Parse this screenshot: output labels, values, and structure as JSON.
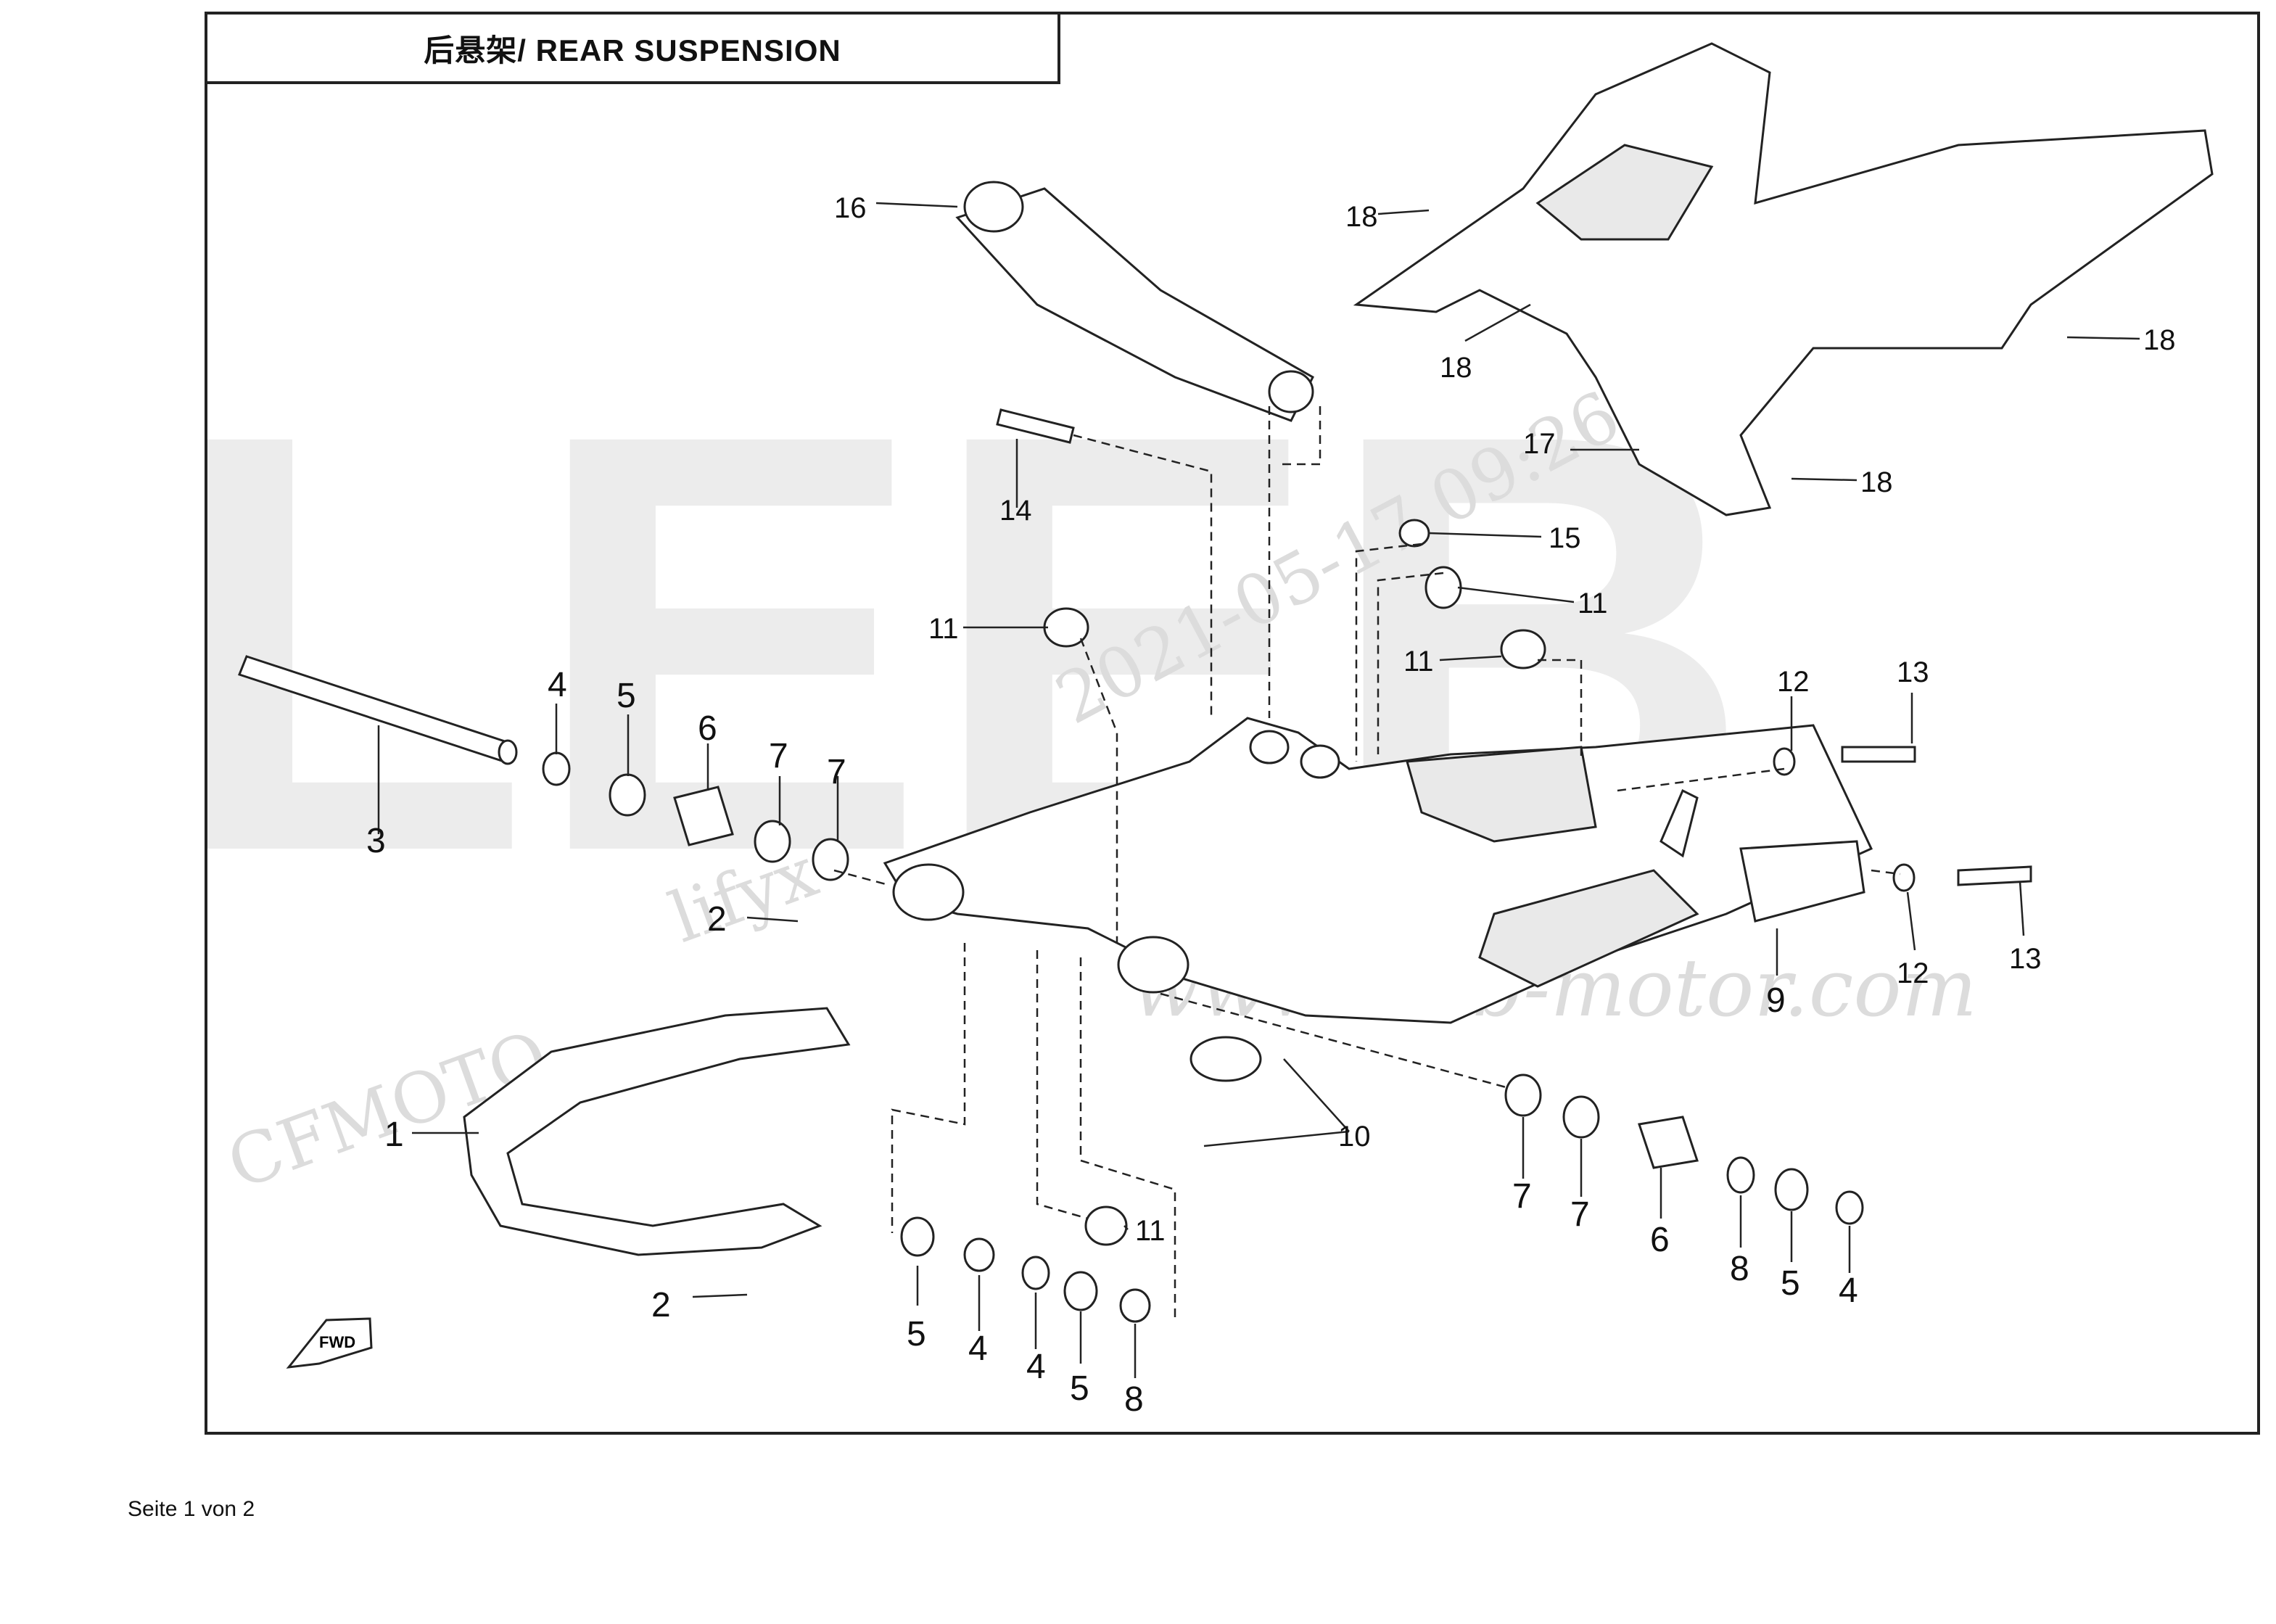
{
  "title": "后悬架/ REAR SUSPENSION",
  "footer": "Seite 1 von 2",
  "watermark": {
    "brand": "LEEB",
    "url": "www.leeb-motor.com",
    "stamp_make": "CFMOTO",
    "stamp_user": "lifyx",
    "stamp_date": "2021-05-17 09:26:39"
  },
  "fwd_arrow": "FWD",
  "callouts": {
    "c1": "1",
    "c2a": "2",
    "c2b": "2",
    "c3": "3",
    "c4a": "4",
    "c4b": "4",
    "c4c": "4",
    "c4d": "4",
    "c5a": "5",
    "c5b": "5",
    "c5c": "5",
    "c5d": "5",
    "c6a": "6",
    "c6b": "6",
    "c7a": "7",
    "c7b": "7",
    "c7c": "7",
    "c7d": "7",
    "c8a": "8",
    "c8b": "8",
    "c9": "9",
    "c10": "10",
    "c11a": "11",
    "c11b": "11",
    "c11c": "11",
    "c11d": "11",
    "c12a": "12",
    "c12b": "12",
    "c13a": "13",
    "c13b": "13",
    "c14": "14",
    "c15": "15",
    "c16": "16",
    "c17": "17",
    "c18a": "18",
    "c18b": "18",
    "c18c": "18",
    "c18d": "18"
  }
}
